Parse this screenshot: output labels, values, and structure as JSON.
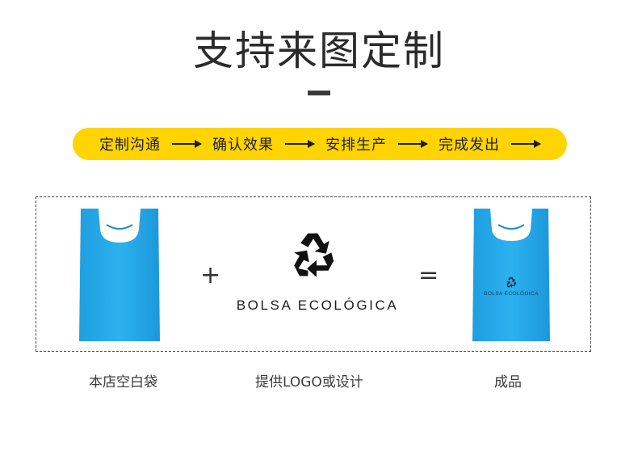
{
  "title": "支持来图定制",
  "process": {
    "steps": [
      "定制沟通",
      "确认效果",
      "安排生产",
      "完成发出"
    ]
  },
  "showcase": {
    "operators": {
      "plus": "+",
      "equals": "="
    },
    "logo_text": "BOLSA ECOLÓGICA",
    "bag_logo_text": "BOLSA ECOLÓGICA"
  },
  "captions": [
    "本店空白袋",
    "提供LOGO或设计",
    "成品"
  ],
  "colors": {
    "accent": "#ffd400",
    "bag": "#25a7e6",
    "text": "#2b2b2b"
  },
  "icons": {
    "recycle": "recycle-icon",
    "arrow": "arrow-right-icon"
  }
}
